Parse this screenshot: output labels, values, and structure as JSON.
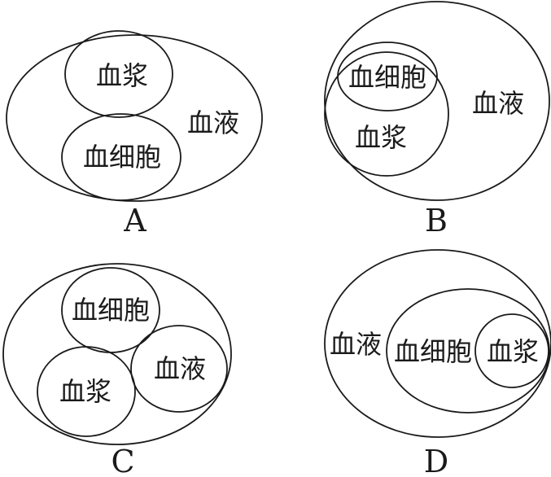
{
  "diagrams": {
    "a": {
      "letter": "A",
      "outer_label": "血液",
      "inner_top_label": "血浆",
      "inner_bottom_label": "血细胞"
    },
    "b": {
      "letter": "B",
      "outer_label": "血液",
      "middle_label": "血浆",
      "inner_label": "血细胞"
    },
    "c": {
      "letter": "C",
      "circle_top_label": "血细胞",
      "circle_right_label": "血液",
      "circle_left_label": "血浆"
    },
    "d": {
      "letter": "D",
      "outer_label": "血液",
      "middle_label": "血细胞",
      "inner_label": "血浆"
    }
  }
}
